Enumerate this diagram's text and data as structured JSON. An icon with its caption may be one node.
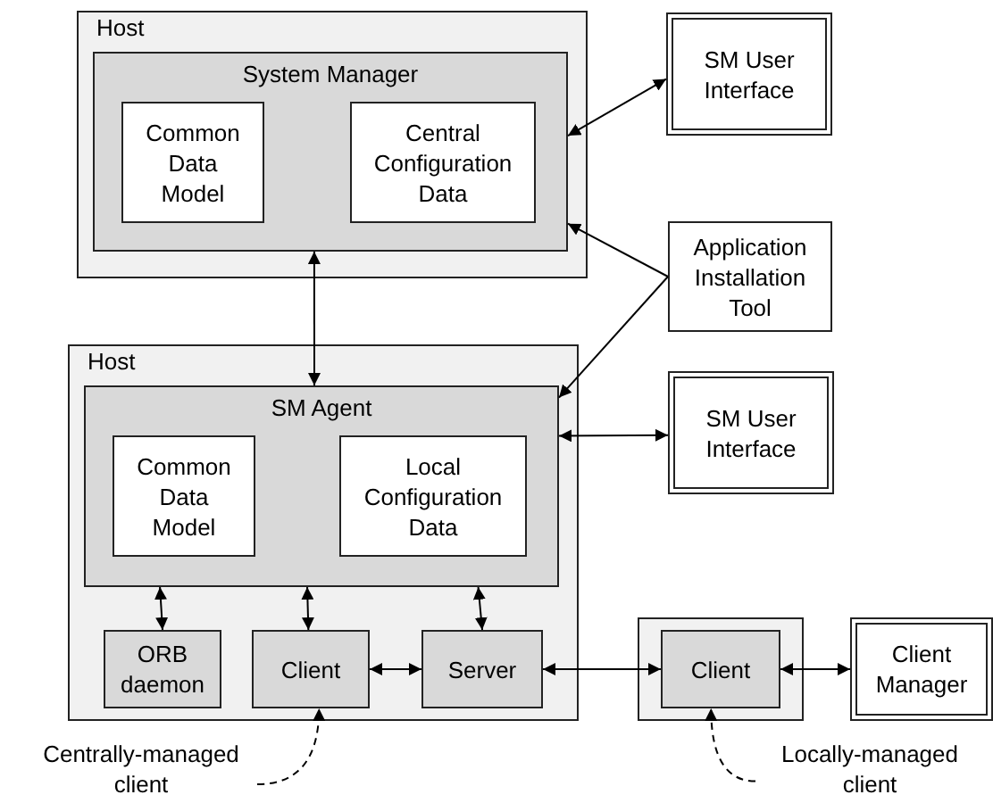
{
  "diagram": {
    "nodes": [
      {
        "text": [
          "Host"
        ]
      },
      {
        "text": [
          "System Manager"
        ],
        "in": 0
      },
      {
        "text": [
          "Common Data Model"
        ],
        "in": 1
      },
      {
        "text": [
          "Central Configuration Data"
        ],
        "in": 1
      },
      {
        "text": [
          "SM User Interface"
        ]
      },
      {
        "text": [
          "Application Installation Tool"
        ]
      },
      {
        "text": [
          "Host"
        ]
      },
      {
        "text": [
          "SM Agent"
        ],
        "in": 6
      },
      {
        "text": [
          "Common Data Model"
        ],
        "in": 7
      },
      {
        "text": [
          "Local Configuration Data"
        ],
        "in": 7
      },
      {
        "text": [
          "SM User Interface"
        ]
      },
      {
        "text": [
          "ORB daemon"
        ],
        "in": 6
      },
      {
        "text": [
          "Client"
        ],
        "in": 6
      },
      {
        "text": [
          "Server"
        ],
        "in": 6
      },
      {
        "text": [],
        "shape": "box"
      },
      {
        "text": [
          "Client"
        ],
        "in": 14
      },
      {
        "text": [
          "Client Manager"
        ]
      },
      {
        "text": [
          "Centrally-managed client"
        ]
      },
      {
        "text": [
          "Locally-managed client"
        ]
      }
    ],
    "edges": [
      {
        "from": 4,
        "to": 1,
        "arrow": "both"
      },
      {
        "from": 5,
        "to": 1,
        "arrow": "to"
      },
      {
        "from": 5,
        "to": 7,
        "arrow": "to"
      },
      {
        "from": 1,
        "to": 7,
        "arrow": "both"
      },
      {
        "from": 7,
        "to": 10,
        "arrow": "both"
      },
      {
        "from": 7,
        "to": 11,
        "arrow": "both"
      },
      {
        "from": 7,
        "to": 12,
        "arrow": "both"
      },
      {
        "from": 7,
        "to": 13,
        "arrow": "both"
      },
      {
        "from": 12,
        "to": 13,
        "arrow": "both"
      },
      {
        "from": 13,
        "to": 15,
        "arrow": "both"
      },
      {
        "from": 15,
        "to": 16,
        "arrow": "both"
      },
      {
        "from": 17,
        "to": 12,
        "arrow": "to",
        "style": "dashed"
      },
      {
        "from": 18,
        "to": 15,
        "arrow": "to",
        "style": "dashed"
      }
    ]
  }
}
